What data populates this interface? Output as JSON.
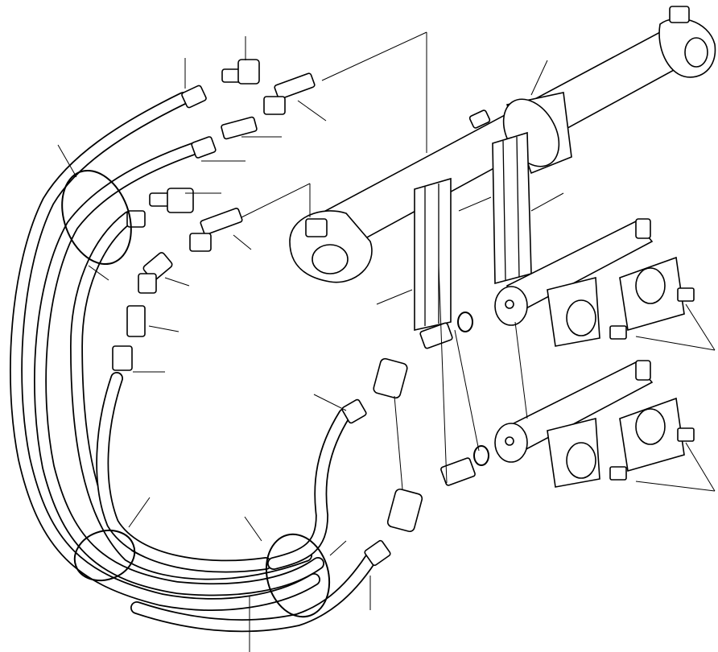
{
  "figure": {
    "description_text": "",
    "parts": [
      {
        "id": "cylinder"
      },
      {
        "id": "cylinder-rod-eye"
      },
      {
        "id": "guard-plate-upper"
      },
      {
        "id": "guard-plate-lower"
      },
      {
        "id": "mounting-pin-upper"
      },
      {
        "id": "mounting-pin-lower"
      },
      {
        "id": "clamp-upper"
      },
      {
        "id": "clamp-lower"
      },
      {
        "id": "hose-bundle"
      },
      {
        "id": "hose-clamp-band-left"
      },
      {
        "id": "hose-clamp-band-right"
      },
      {
        "id": "elbow-fitting-upper"
      },
      {
        "id": "tee-fitting-upper"
      },
      {
        "id": "union-fitting"
      },
      {
        "id": "elbow-fitting-middle"
      },
      {
        "id": "tee-fitting-middle"
      },
      {
        "id": "elbow-45-fitting"
      },
      {
        "id": "straight-connector"
      },
      {
        "id": "check-valve-upper"
      },
      {
        "id": "check-valve-lower"
      },
      {
        "id": "adapter-upper"
      },
      {
        "id": "adapter-lower"
      },
      {
        "id": "o-ring-upper"
      },
      {
        "id": "o-ring-lower"
      }
    ],
    "colors": {
      "line": "#000000",
      "background": "#ffffff"
    }
  }
}
